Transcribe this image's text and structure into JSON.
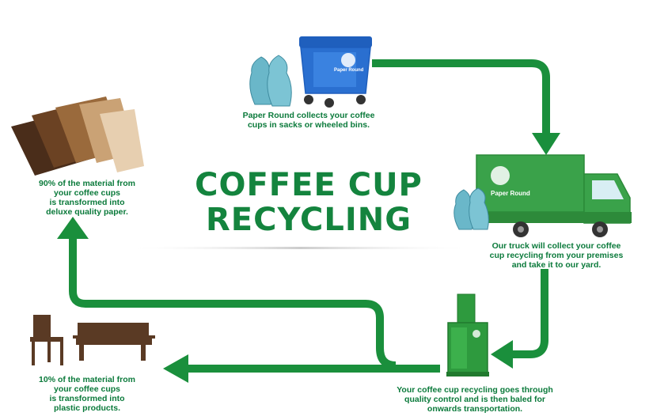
{
  "title": {
    "line1": "COFFEE CUP",
    "line2": "RECYCLING"
  },
  "brand": "Paper Round",
  "steps": {
    "collect": "Paper Round collects your coffee\ncups in sacks or wheeled bins.",
    "truck": "Our truck will collect your coffee\ncup recycling from your premises\nand take it to our yard.",
    "bale": "Your coffee cup recycling goes through\nquality control and is then baled for\nonwards transportation.",
    "paper": "90% of the material from\nyour coffee cups\nis transformed into\ndeluxe quality paper.",
    "plastic": "10% of the material from\nyour coffee cups\nis transformed into\nplastic products."
  },
  "colors": {
    "arrow": "#1a8f3c",
    "text": "#0b7a3b",
    "title": "#14843e",
    "bin": "#2a6fd0",
    "sack": "#6ab7c9",
    "truck": "#3aa24a",
    "baler": "#2e9a3e",
    "furniture": "#5a3a24"
  },
  "icons": [
    "wheelie-bin-icon",
    "sack-icon",
    "truck-icon",
    "baler-icon",
    "paper-sheets-icon",
    "chair-icon",
    "bench-icon",
    "brand-logo-icon"
  ]
}
